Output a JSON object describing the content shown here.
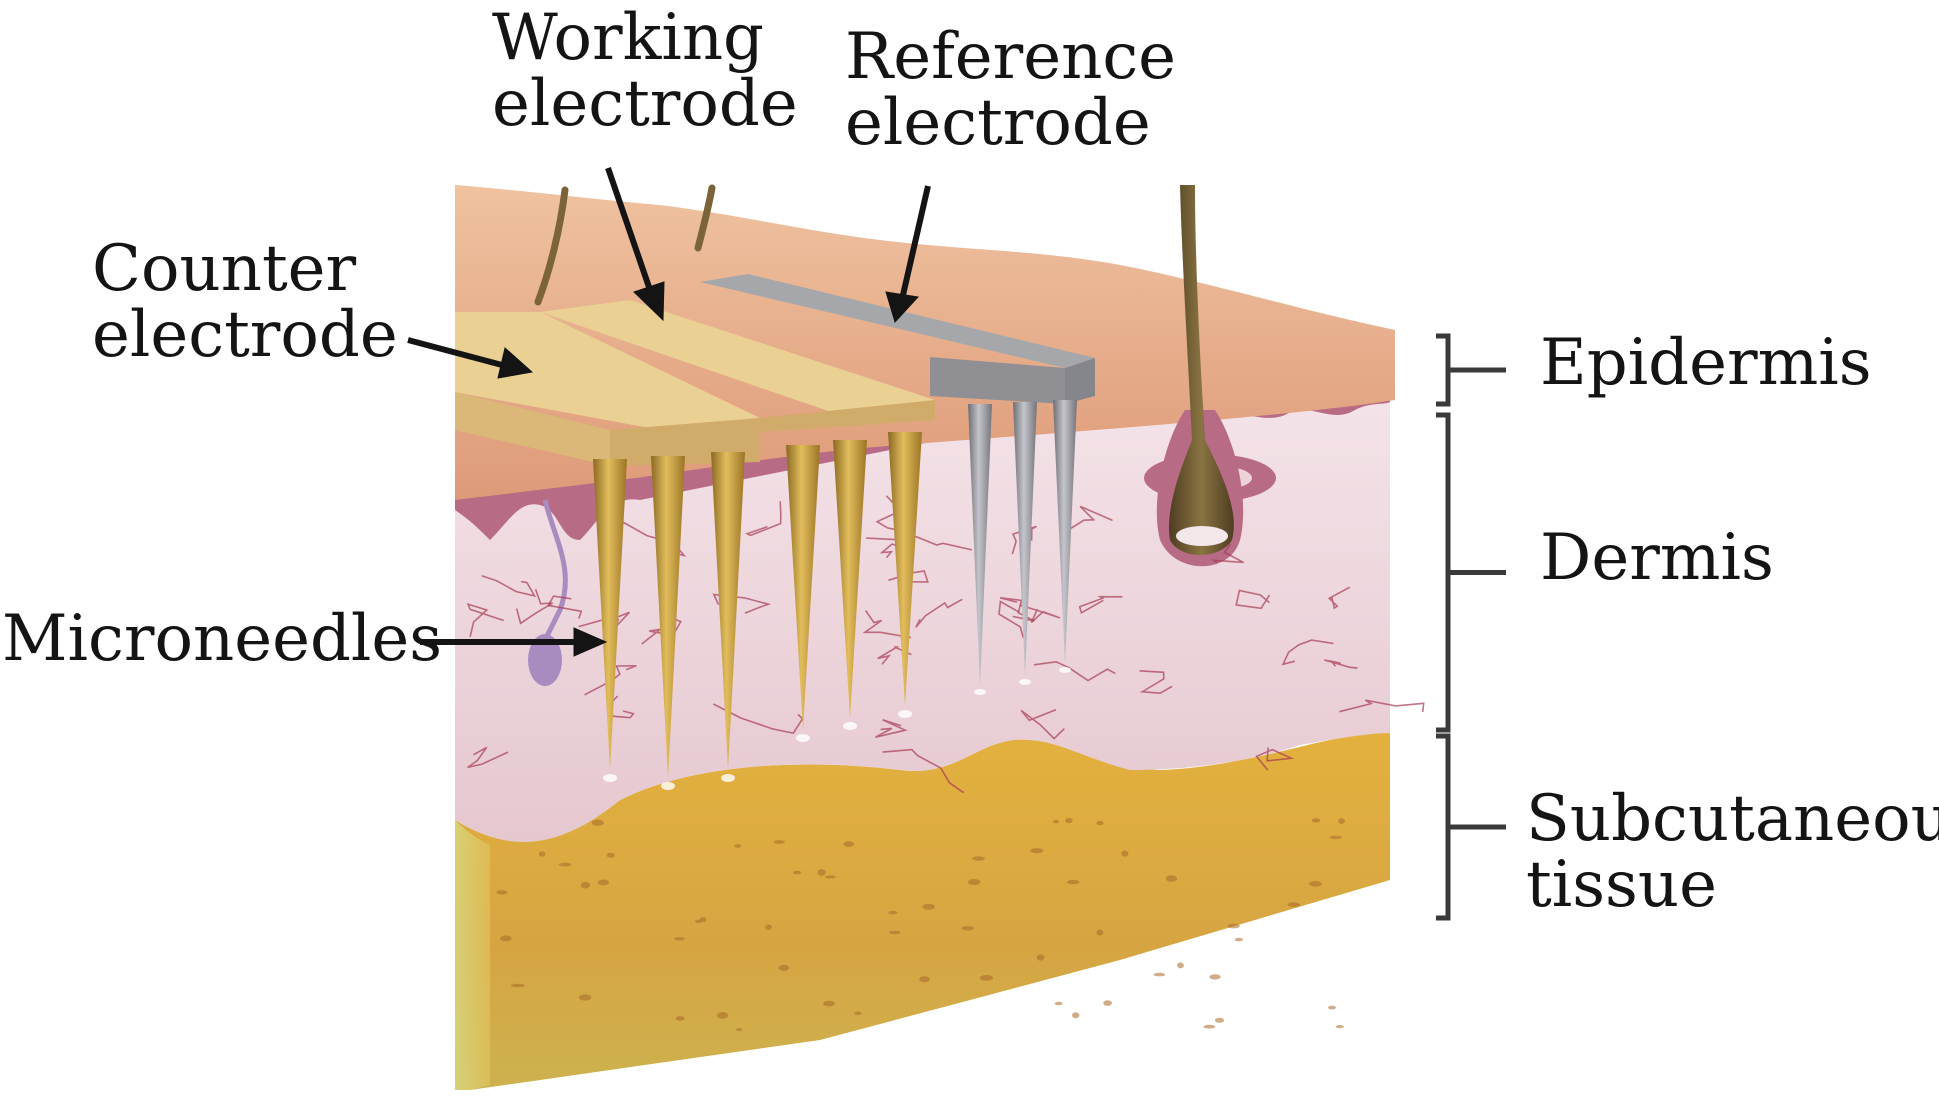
{
  "labels": {
    "working": [
      "Working",
      "electrode"
    ],
    "reference": [
      "Reference",
      "electrode"
    ],
    "counter": [
      "Counter",
      "electrode"
    ],
    "microneedles": "Microneedles",
    "epidermis": "Epidermis",
    "dermis": "Dermis",
    "subcutaneous": [
      "Subcutaneous",
      "tissue"
    ]
  },
  "colors": {
    "counter_electrode": "#e6c98c",
    "working_electrode": "#e6c98c",
    "reference_electrode": "#909094",
    "gold_needle": "#c8a040",
    "grey_needle": "#8f9096",
    "epidermis": "#e6a784",
    "epidermis_border": "#a45a76",
    "dermis": "#ecd3d8",
    "subcutaneous": "#d9ab3a",
    "vessels": "#a63a52",
    "hair": "#6a5532"
  }
}
